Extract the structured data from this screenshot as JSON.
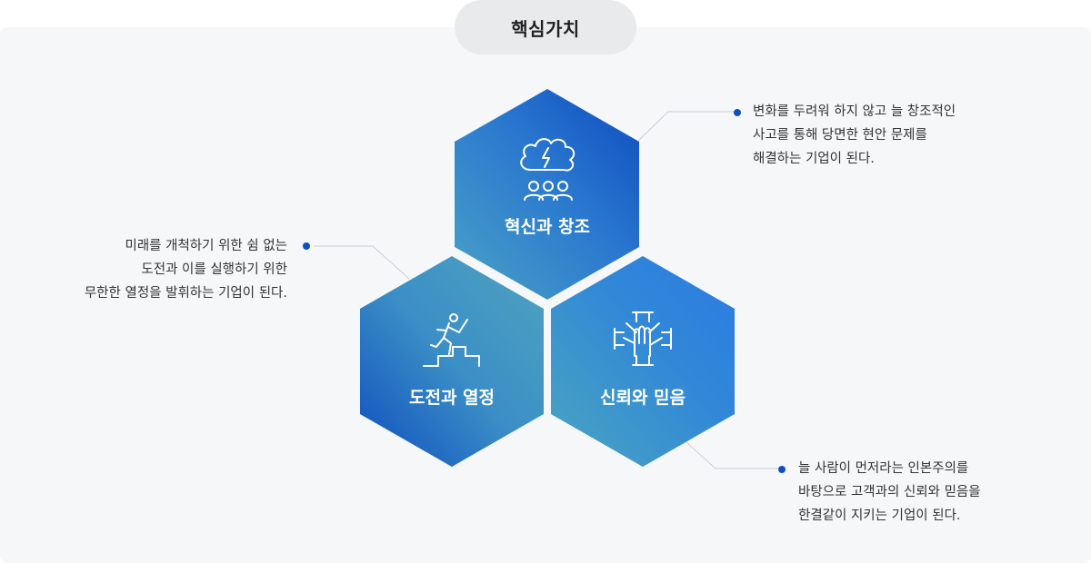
{
  "header": {
    "title": "핵심가치"
  },
  "values": [
    {
      "label": "혁신과 창조",
      "icon": "brain-team-icon",
      "description": [
        "변화를 두려워 하지 않고 늘 창조적인",
        "사고를 통해 당면한 현안 문제를",
        "해결하는 기업이 된다."
      ]
    },
    {
      "label": "도전과 열정",
      "icon": "stair-climber-icon",
      "description": [
        "미래를 개척하기 위한 쉼 없는",
        "도전과 이를 실행하기 위한",
        "무한한 열정을 발휘하는 기업이 된다."
      ]
    },
    {
      "label": "신뢰와 믿음",
      "icon": "stacked-hands-icon",
      "description": [
        "늘 사람이 먼저라는 인본주의를",
        "바탕으로 고객과의 신뢰와 믿음을",
        "한결같이 지키는 기업이 된다."
      ]
    }
  ],
  "colors": {
    "accent": "#0f4fc4",
    "hex_dark": "#1255c2",
    "hex_teal": "#4aa0c2",
    "hex_sky": "#2f7fe0"
  }
}
